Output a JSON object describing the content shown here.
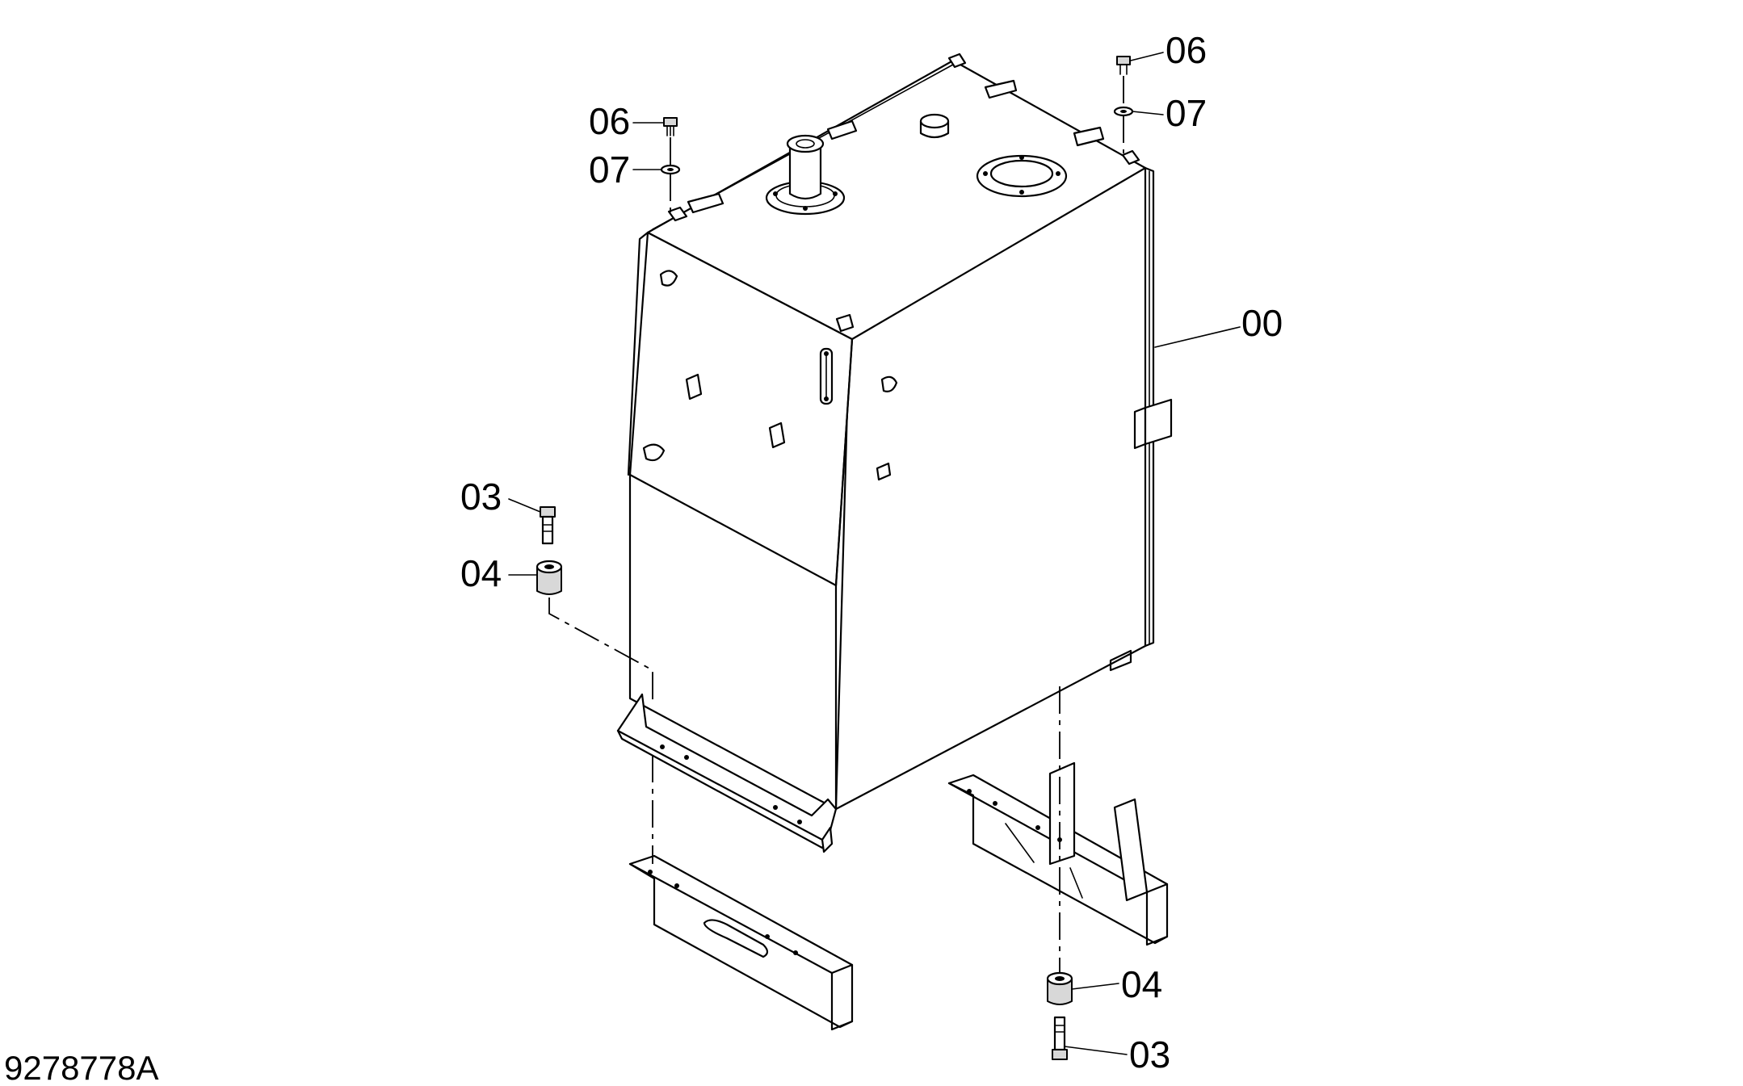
{
  "drawing": {
    "id": "9278778A"
  },
  "labels": {
    "tank": "00",
    "bolt_left": "03",
    "bolt_right": "03",
    "spacer_left": "04",
    "spacer_right": "04",
    "screw_left": "06",
    "screw_right": "06",
    "washer_left": "07",
    "washer_right": "07"
  }
}
